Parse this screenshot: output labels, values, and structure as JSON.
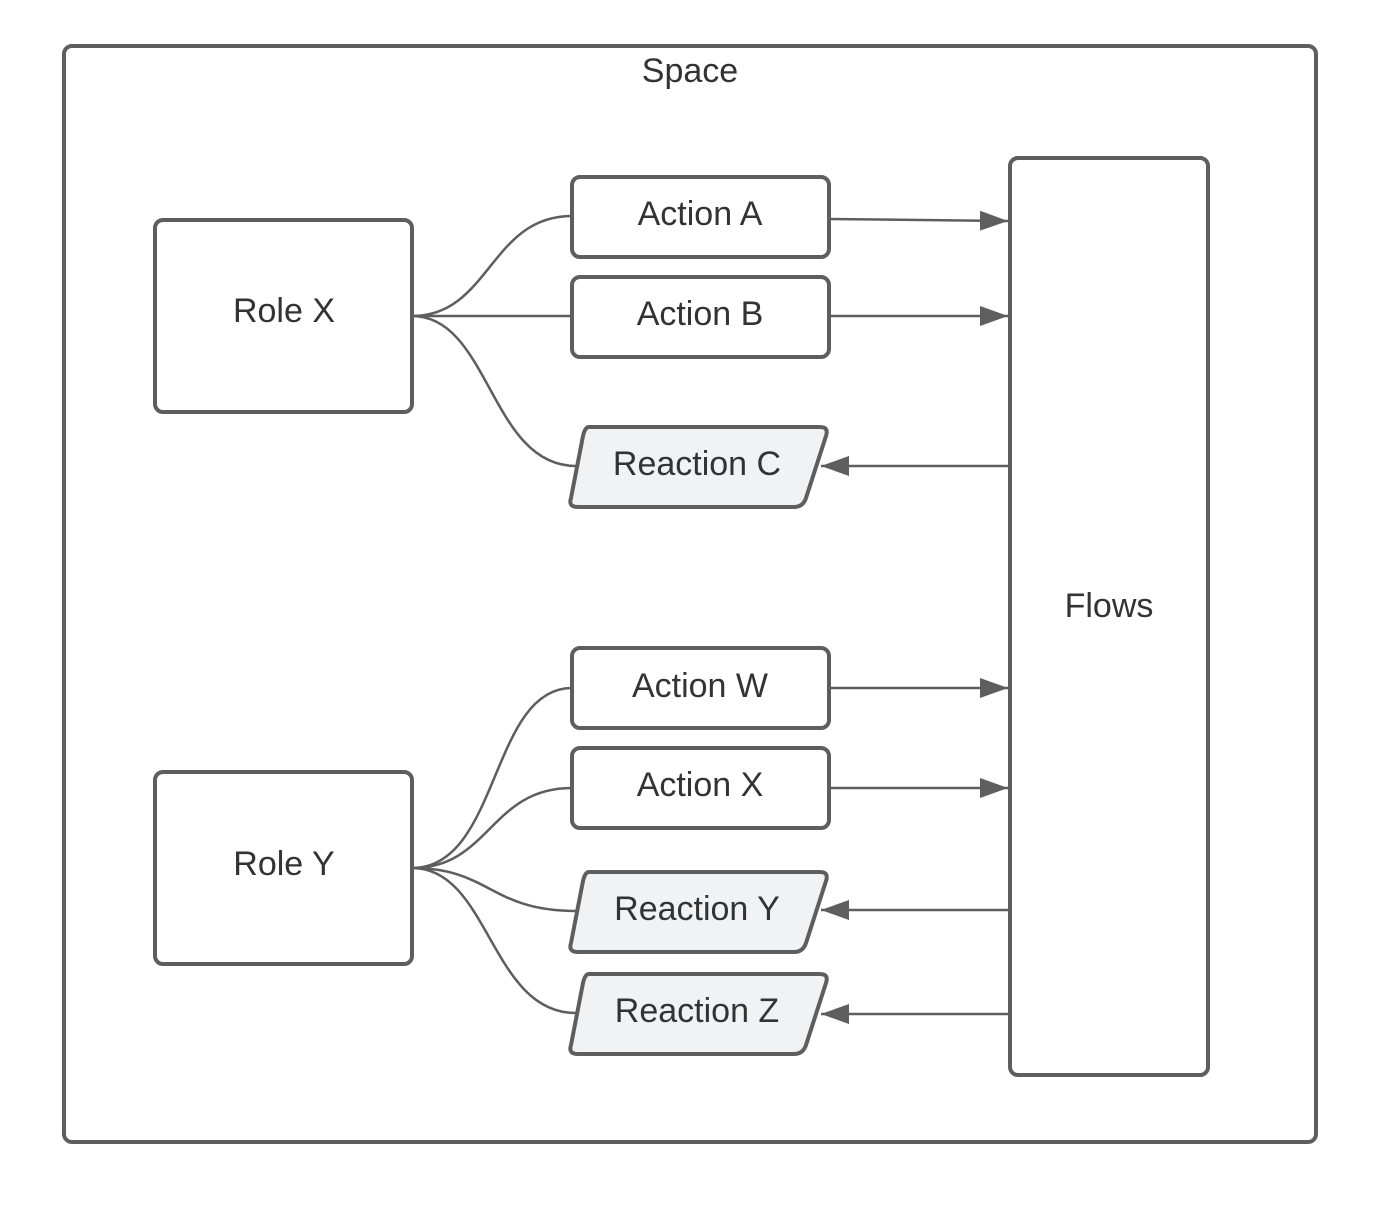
{
  "space": {
    "label": "Space"
  },
  "roles": [
    {
      "label": "Role X"
    },
    {
      "label": "Role Y"
    }
  ],
  "actions": [
    {
      "label": "Action A"
    },
    {
      "label": "Action B"
    },
    {
      "label": "Action W"
    },
    {
      "label": "Action X"
    }
  ],
  "reactions": [
    {
      "label": "Reaction C"
    },
    {
      "label": "Reaction Y"
    },
    {
      "label": "Reaction Z"
    }
  ],
  "flows": {
    "label": "Flows"
  },
  "colors": {
    "stroke": "#5e5e5e",
    "text": "#333333",
    "reaction_fill": "#f1f2f4",
    "background": "#ffffff"
  }
}
